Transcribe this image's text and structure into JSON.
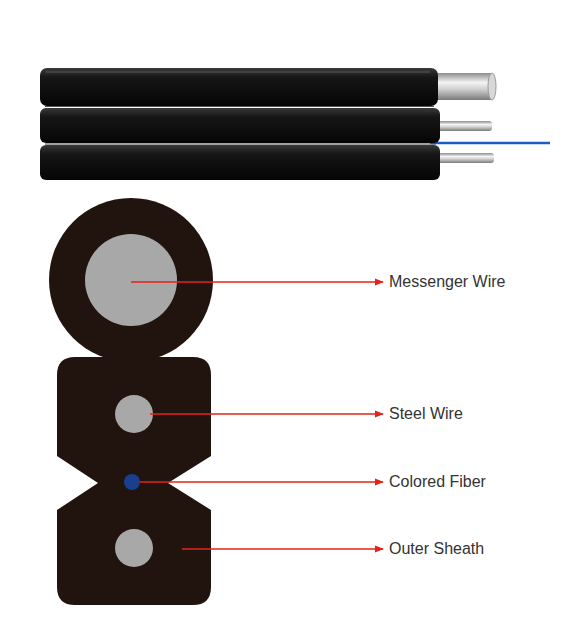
{
  "diagram": {
    "labels": [
      "Messenger Wire",
      "Steel Wire",
      "Colored Fiber",
      "Outer Sheath"
    ]
  }
}
